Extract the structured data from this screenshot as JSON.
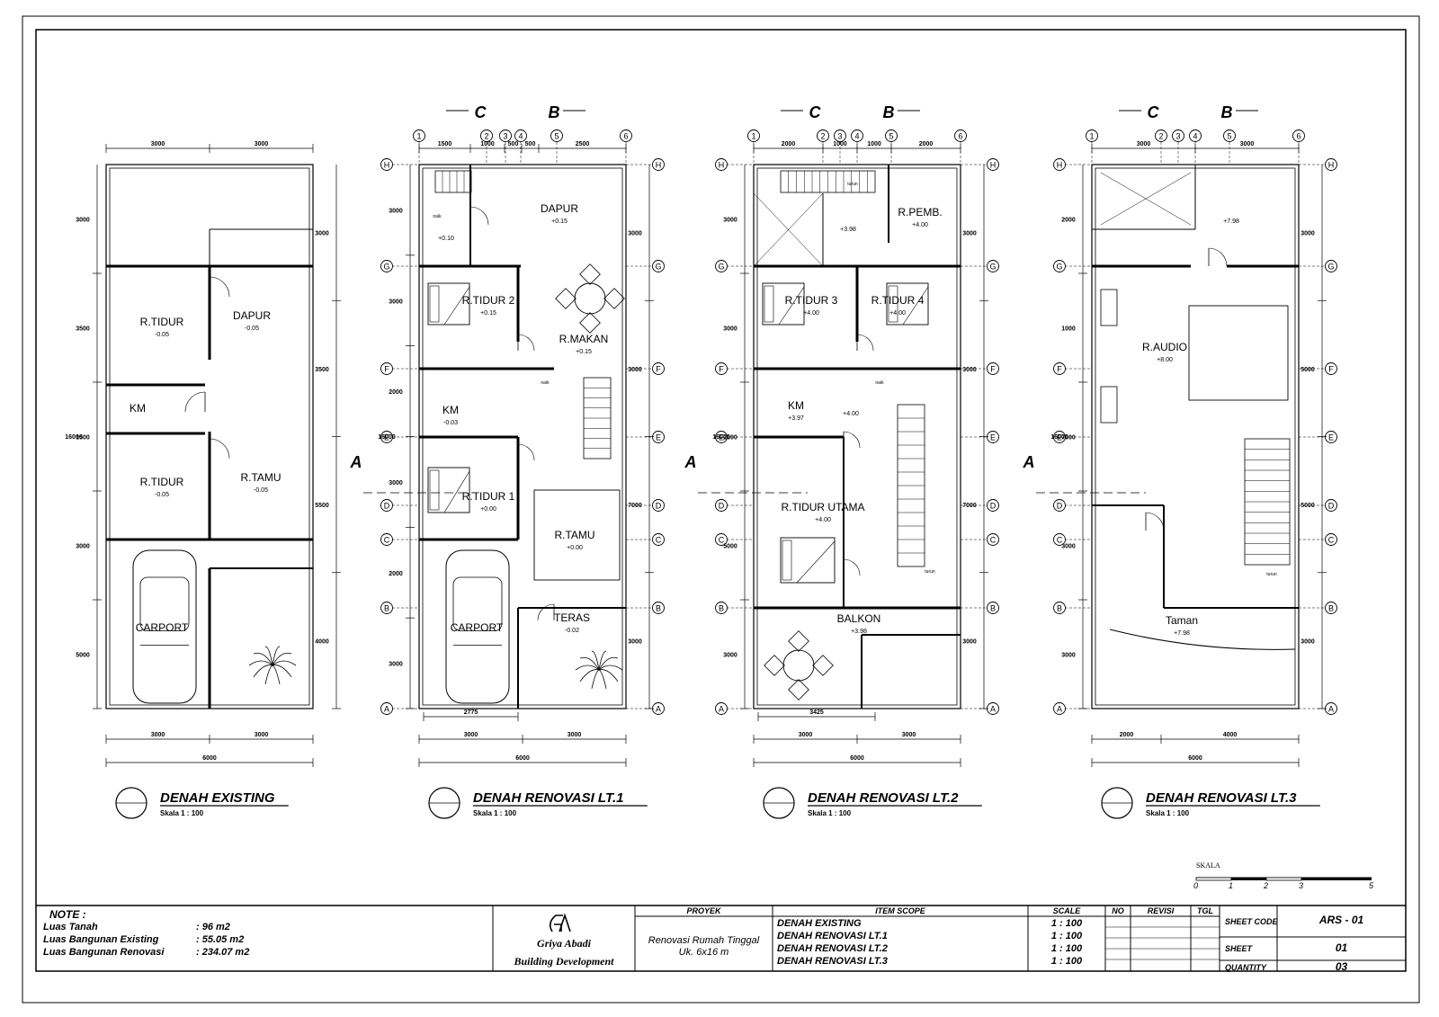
{
  "plans": [
    {
      "title": "DENAH EXISTING",
      "scale": "Skala 1 : 100",
      "top_dims": [
        "3000",
        "3000"
      ],
      "bottom_dims": [
        "3000",
        "3000"
      ],
      "total_width": "6000",
      "total_height": "16000",
      "left_dims": [
        "3000",
        "3500",
        "1500",
        "3000",
        "5000"
      ],
      "right_dims": [
        "3000",
        "3500",
        "5500",
        "4000"
      ],
      "rooms": [
        {
          "name": "R.TIDUR",
          "level": "-0.05"
        },
        {
          "name": "DAPUR",
          "level": "-0.05"
        },
        {
          "name": "KM",
          "level": ""
        },
        {
          "name": "R.TIDUR",
          "level": "-0.05"
        },
        {
          "name": "R.TAMU",
          "level": "-0.05"
        },
        {
          "name": "CARPORT",
          "level": ""
        }
      ]
    },
    {
      "title": "DENAH RENOVASI LT.1",
      "scale": "Skala 1 : 100",
      "grid_cols": [
        "1",
        "2",
        "3",
        "4",
        "5",
        "6"
      ],
      "grid_rows": [
        "H",
        "G",
        "F",
        "E",
        "D",
        "C",
        "B",
        "A"
      ],
      "top_dims": [
        "1500",
        "1000",
        "500",
        "500",
        "2500"
      ],
      "bottom_dims": [
        "3000",
        "3000"
      ],
      "inner_dim": "2775",
      "total_width": "6000",
      "total_height": "16000",
      "left_dims": [
        "3000",
        "3000",
        "2000",
        "3000",
        "2000",
        "3000"
      ],
      "right_dims": [
        "3000",
        "3000",
        "7000",
        "3000"
      ],
      "section_marks": [
        "C",
        "B",
        "A"
      ],
      "stair_note": "naik",
      "rooms": [
        {
          "name": "DAPUR",
          "level": "+0.15"
        },
        {
          "name": "",
          "level": "+0.10"
        },
        {
          "name": "R.TIDUR 2",
          "level": "+0.15"
        },
        {
          "name": "R.MAKAN",
          "level": "+0.15"
        },
        {
          "name": "KM",
          "level": "-0.03"
        },
        {
          "name": "R.TIDUR 1",
          "level": "+0.00"
        },
        {
          "name": "R.TAMU",
          "level": "+0.00"
        },
        {
          "name": "CARPORT",
          "level": ""
        },
        {
          "name": "TERAS",
          "level": "-0.02"
        }
      ]
    },
    {
      "title": "DENAH RENOVASI LT.2",
      "scale": "Skala 1 : 100",
      "grid_cols": [
        "1",
        "2",
        "3",
        "4",
        "5",
        "6"
      ],
      "grid_rows": [
        "H",
        "G",
        "F",
        "E",
        "D",
        "C",
        "B",
        "A"
      ],
      "top_dims": [
        "2000",
        "1000",
        "1000",
        "2000"
      ],
      "bottom_dims": [
        "3000",
        "3000"
      ],
      "inner_dim": "3425",
      "total_width": "6000",
      "total_height": "16000",
      "left_dims": [
        "3000",
        "3000",
        "2000",
        "5000",
        "3000"
      ],
      "right_dims": [
        "3000",
        "3000",
        "7000",
        "3000"
      ],
      "section_marks": [
        "C",
        "B",
        "A"
      ],
      "stair_notes": [
        "turun",
        "naik",
        "turun"
      ],
      "rooms": [
        {
          "name": "",
          "level": "+3.98"
        },
        {
          "name": "R.PEMB.",
          "level": "+4.00"
        },
        {
          "name": "R.TIDUR 3",
          "level": "+4.00"
        },
        {
          "name": "R.TIDUR 4",
          "level": "+4.00"
        },
        {
          "name": "KM",
          "level": "+3.97"
        },
        {
          "name": "",
          "level": "+4.00"
        },
        {
          "name": "R.TIDUR UTAMA",
          "level": "+4.00"
        },
        {
          "name": "BALKON",
          "level": "+3.98"
        }
      ]
    },
    {
      "title": "DENAH RENOVASI LT.3",
      "scale": "Skala 1 : 100",
      "grid_cols": [
        "1",
        "2",
        "3",
        "4",
        "5",
        "6"
      ],
      "grid_rows": [
        "H",
        "G",
        "F",
        "E",
        "D",
        "C",
        "B",
        "A"
      ],
      "top_dims": [
        "3000",
        "3000"
      ],
      "bottom_dims": [
        "2000",
        "4000"
      ],
      "total_width": "6000",
      "total_height": "16000",
      "left_dims": [
        "2000",
        "1000",
        "7000",
        "3000",
        "3000"
      ],
      "right_dims": [
        "3000",
        "5000",
        "5000",
        "3000"
      ],
      "section_marks": [
        "C",
        "B",
        "A"
      ],
      "stair_note": "turun",
      "rooms": [
        {
          "name": "",
          "level": "+7.98"
        },
        {
          "name": "R.AUDIO",
          "level": "+8.00"
        },
        {
          "name": "Taman",
          "level": "+7.98"
        }
      ]
    }
  ],
  "scale_bar": {
    "label": "SKALA",
    "ticks": [
      "0",
      "1",
      "2",
      "3",
      "5"
    ]
  },
  "title_block": {
    "note_title": "NOTE :",
    "notes": [
      {
        "label": "Luas Tanah",
        "value": ": 96 m2"
      },
      {
        "label": "Luas Bangunan Existing",
        "value": ": 55.05 m2"
      },
      {
        "label": "Luas Bangunan Renovasi",
        "value": ": 234.07 m2"
      }
    ],
    "company_name": "Griya Abadi",
    "company_tagline": "Building Development",
    "project_header": "PROYEK",
    "project_lines": [
      "Renovasi Rumah Tinggal",
      "Uk. 6x16 m"
    ],
    "scope_header": "ITEM SCOPE",
    "scope_items": [
      "DENAH EXISTING",
      "DENAH RENOVASI LT.1",
      "DENAH RENOVASI LT.2",
      "DENAH RENOVASI LT.3"
    ],
    "scale_header": "SCALE",
    "scale_items": [
      "1 : 100",
      "1 : 100",
      "1 : 100",
      "1 : 100"
    ],
    "no_header": "NO",
    "revisi_header": "REVISI",
    "tgl_header": "TGL",
    "sheet_code_label": "SHEET CODE",
    "sheet_code": "ARS - 01",
    "sheet_label": "SHEET",
    "sheet": "01",
    "quantity_label": "QUANTITY",
    "quantity": "03"
  }
}
